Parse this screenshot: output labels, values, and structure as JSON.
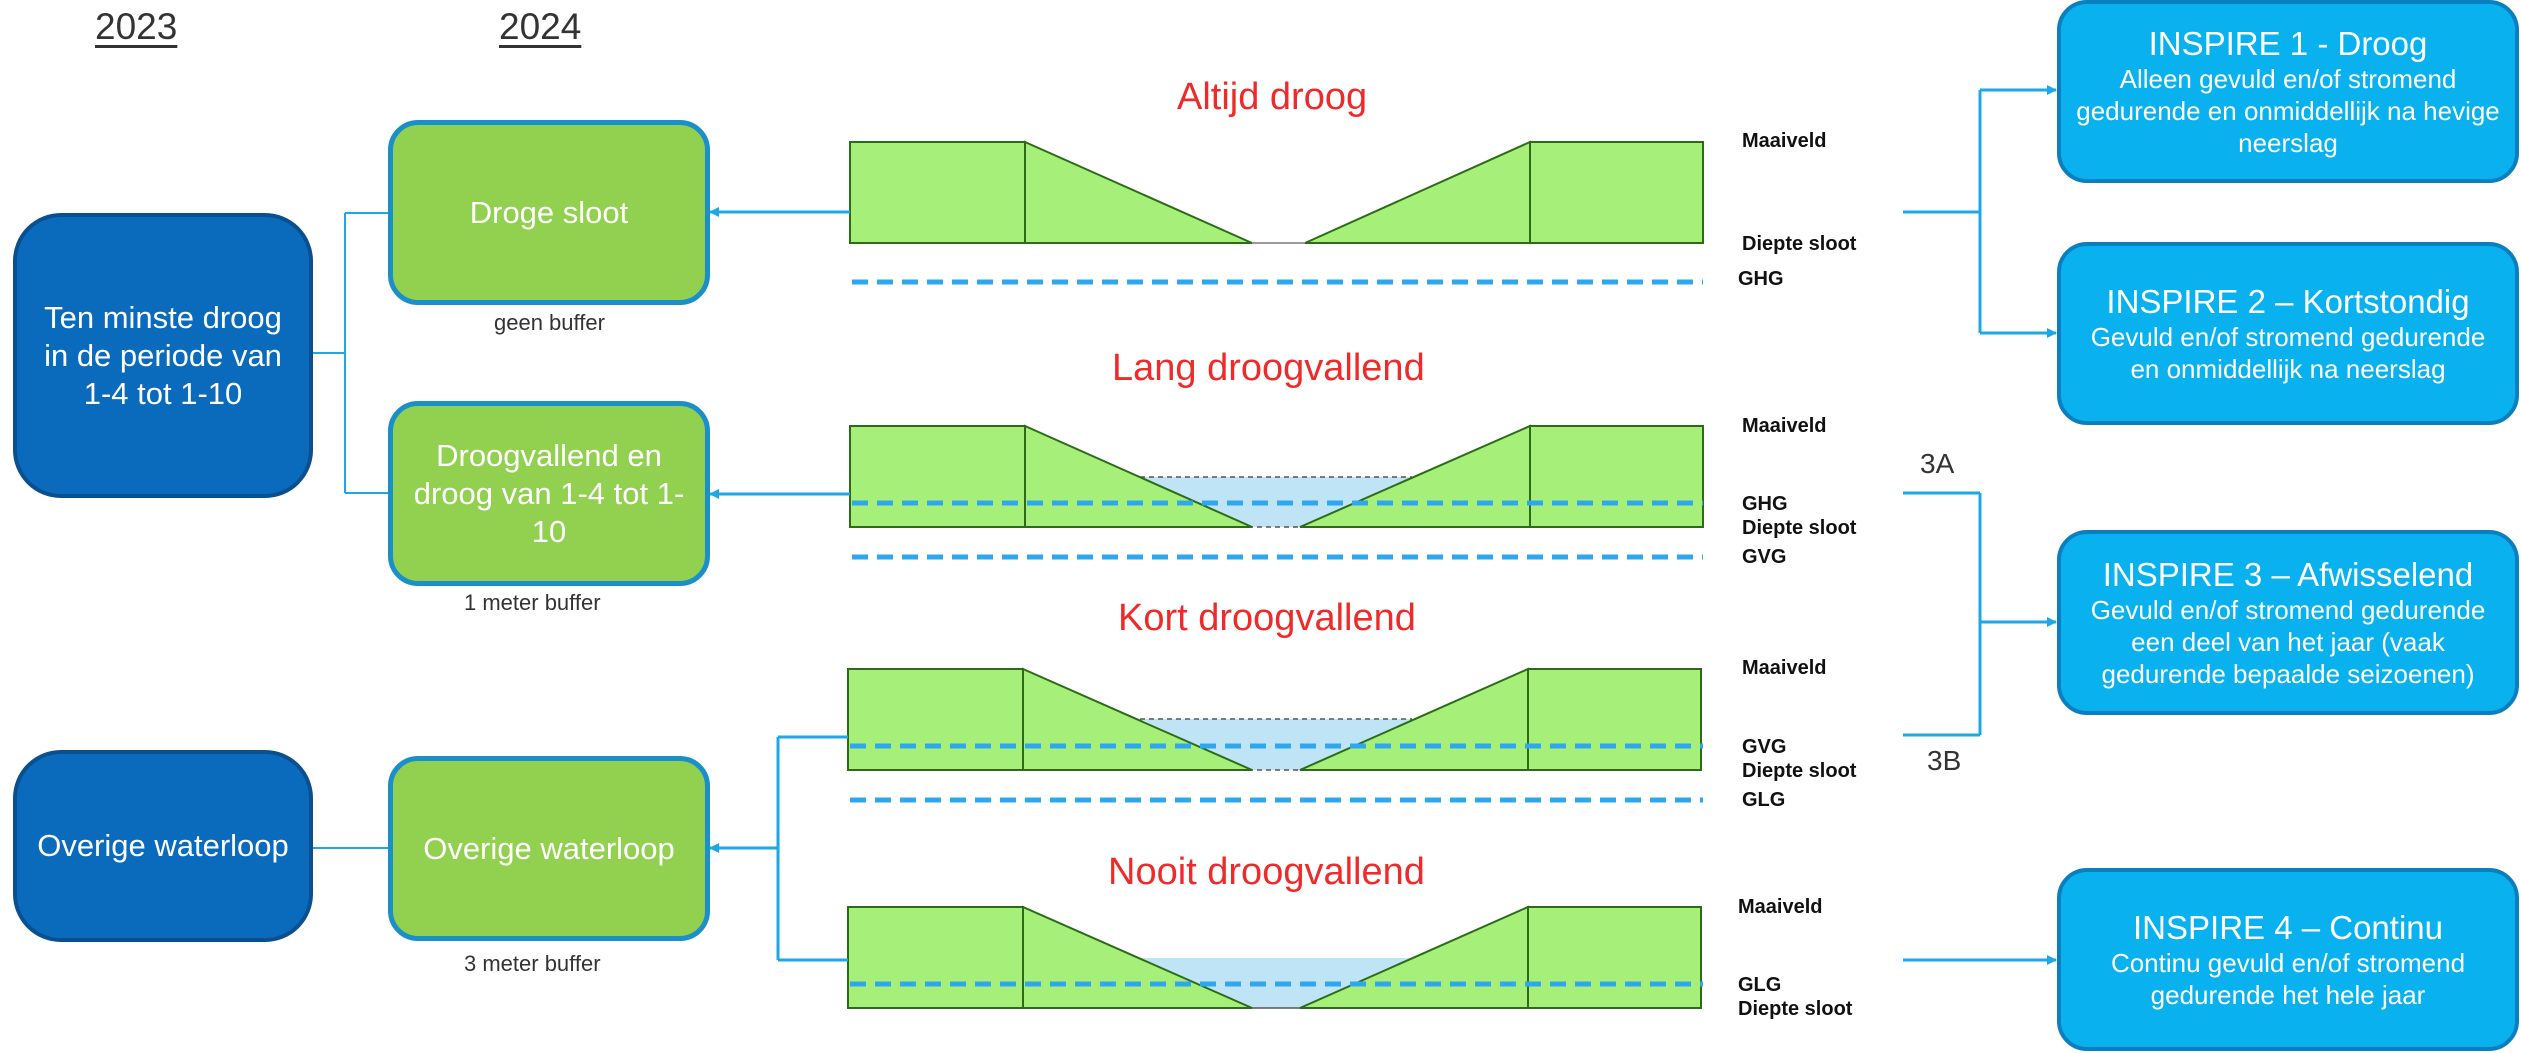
{
  "years": {
    "y2023": "2023",
    "y2024": "2024"
  },
  "left_boxes": {
    "dry_period": "Ten minste droog in de periode van 1-4 tot 1-10",
    "other": "Overige waterloop"
  },
  "mid_boxes": {
    "dry_ditch": {
      "label": "Droge sloot",
      "buffer": "geen buffer"
    },
    "drying": {
      "label": "Droogvallend en droog van 1-4 tot 1-10",
      "buffer": "1 meter buffer"
    },
    "other": {
      "label": "Overige waterloop",
      "buffer": "3 meter buffer"
    }
  },
  "sections": [
    {
      "title": "Altijd droog",
      "levels": [
        "Maaiveld",
        "Diepte sloot",
        "GHG"
      ]
    },
    {
      "title": "Lang droogvallend",
      "levels": [
        "Maaiveld",
        "GHG",
        "Diepte sloot",
        "GVG"
      ]
    },
    {
      "title": "Kort droogvallend",
      "levels": [
        "Maaiveld",
        "GVG",
        "Diepte sloot",
        "GLG"
      ]
    },
    {
      "title": "Nooit droogvallend",
      "levels": [
        "Maaiveld",
        "GLG",
        "Diepte sloot"
      ]
    }
  ],
  "branch_labels": {
    "a": "3A",
    "b": "3B"
  },
  "inspire": [
    {
      "title": "INSPIRE 1 - Droog",
      "desc": "Alleen gevuld en/of stromend gedurende en onmiddellijk na hevige neerslag"
    },
    {
      "title": "INSPIRE 2 – Kortstondig",
      "desc": "Gevuld en/of stromend gedurende en onmiddellijk na neerslag"
    },
    {
      "title": "INSPIRE 3 – Afwisselend",
      "desc": "Gevuld en/of stromend gedurende een deel van het jaar (vaak gedurende bepaalde seizoenen)"
    },
    {
      "title": "INSPIRE 4 – Continu",
      "desc": "Continu gevuld en/of stromend gedurende het hele jaar"
    }
  ],
  "colors": {
    "dark_blue": "#0a6bbd",
    "green": "#92d050",
    "insp_blue": "#09b1ef",
    "cross_section": "#a6f07a",
    "water": "#bfe4f6",
    "level_line": "#2fa7ee",
    "connector": "#1ea7e6",
    "section_title": "#ee2a2a"
  }
}
